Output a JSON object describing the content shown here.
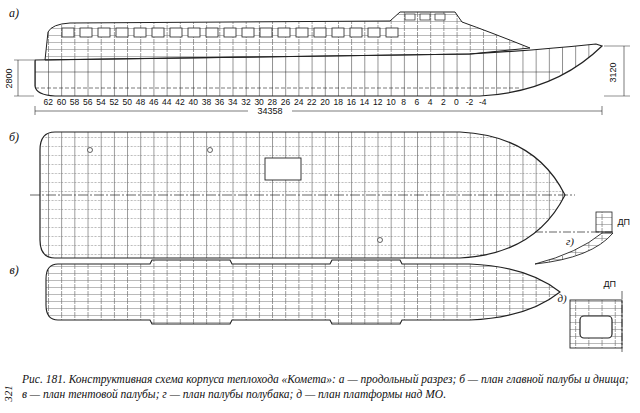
{
  "diagram": {
    "caption": "Рис. 181. Конструктивная схема корпуса теплохода «Комета»: а — продольный разрез; б — план главной палубы и днища; в — план тентовой палубы; г — план палубы полубака; д — план платформы над МО.",
    "labels": [
      "а)",
      "2800",
      "62",
      "60",
      "58",
      "56",
      "54",
      "52",
      "50",
      "48",
      "46",
      "44",
      "42",
      "40",
      "38",
      "36",
      "34",
      "32",
      "30",
      "28",
      "26",
      "24",
      "22",
      "20",
      "18",
      "16",
      "14",
      "12",
      "10",
      "8",
      "6",
      "4",
      "2",
      "0",
      "-2",
      "-4",
      "34358",
      "3120",
      "б)",
      "ДП",
      "г)",
      "в)",
      "д)",
      "ДП",
      "321"
    ]
  }
}
